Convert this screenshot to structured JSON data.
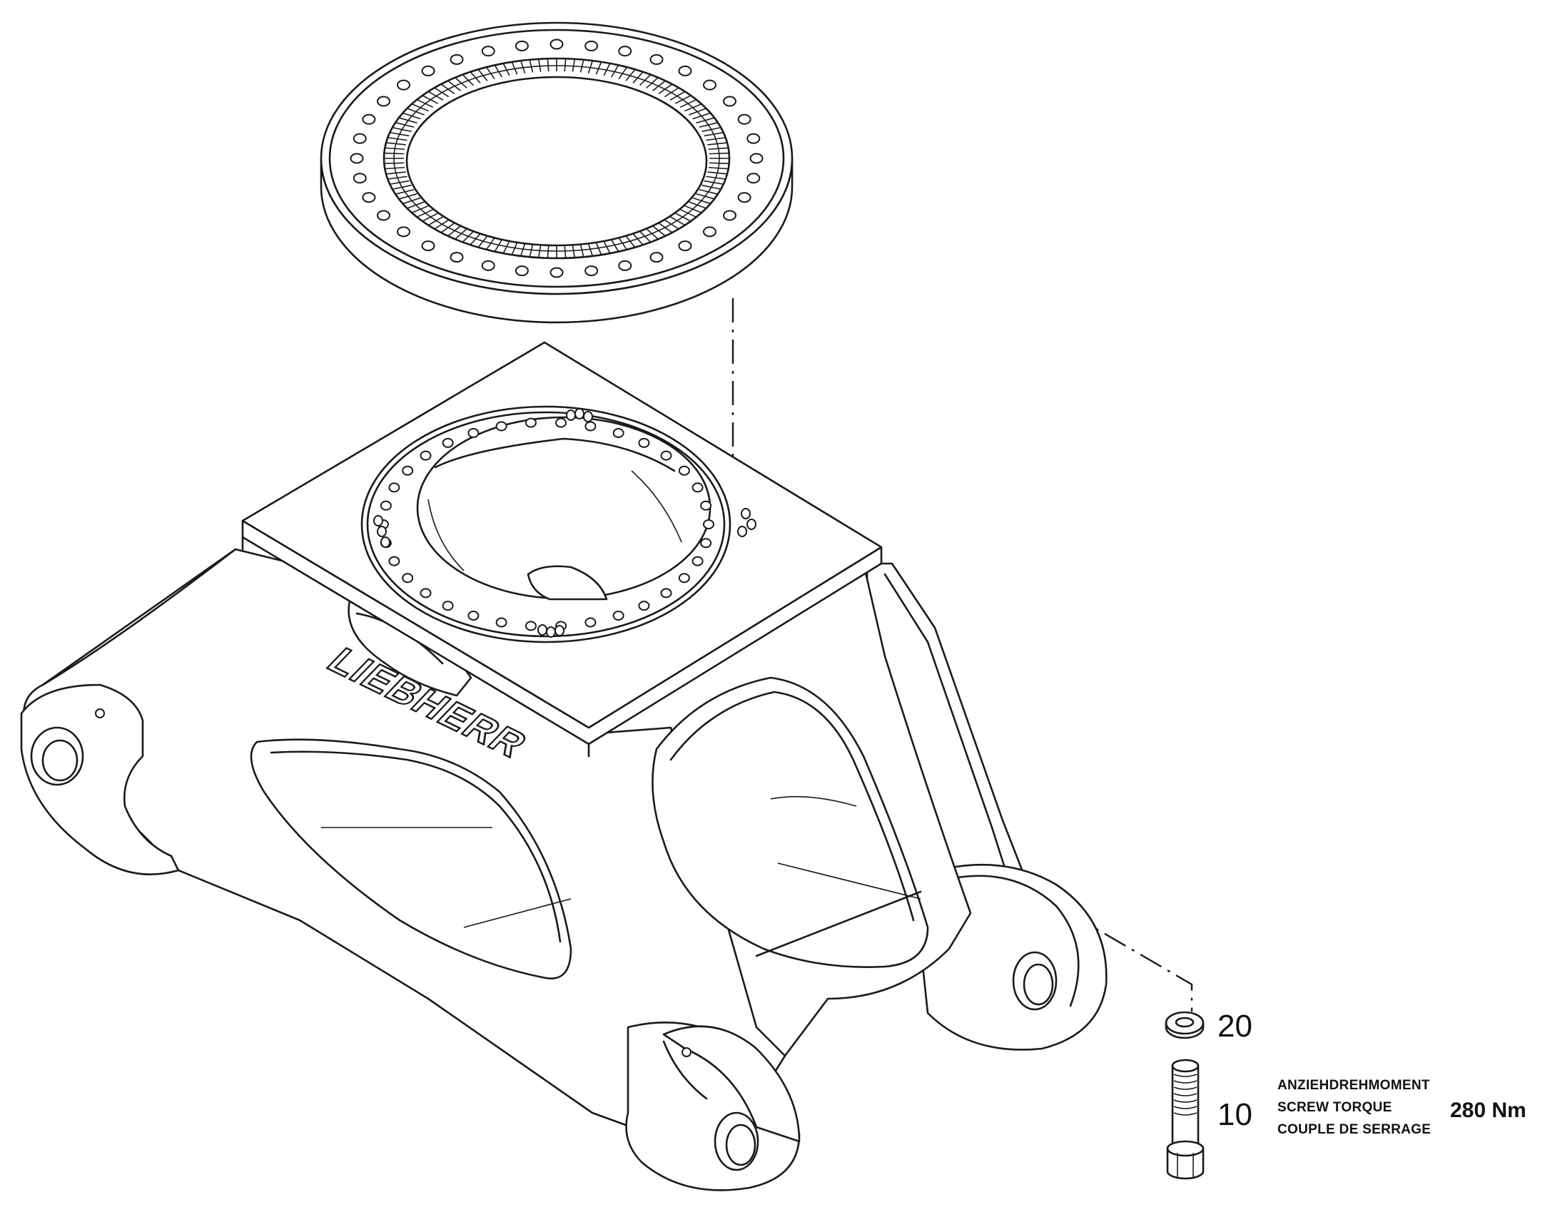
{
  "parts": [
    {
      "position": "20",
      "shape": "washer"
    },
    {
      "position": "10",
      "shape": "cap-screw"
    }
  ],
  "torque": {
    "lines": [
      "ANZIEHDREHMOMENT",
      "SCREW TORQUE",
      "COUPLE DE SERRAGE"
    ],
    "value": "280 Nm"
  },
  "logo_text": "LIEBHERR",
  "colors": {
    "line": "#1a1a1a",
    "background": "#ffffff"
  }
}
